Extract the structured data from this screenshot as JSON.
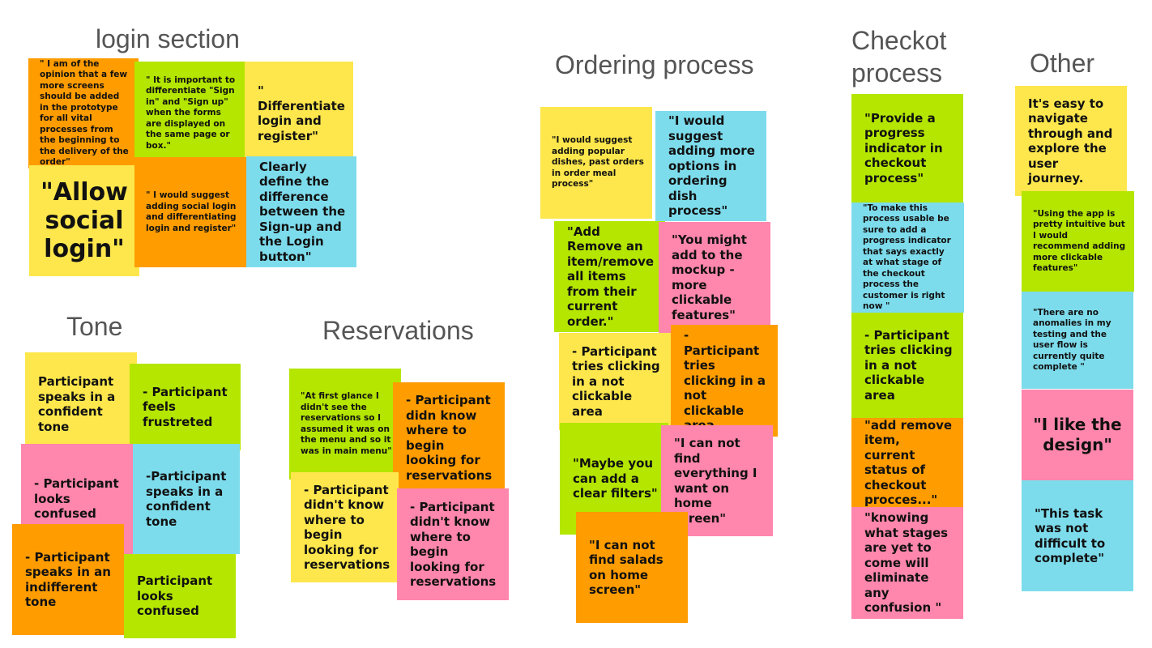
{
  "headings": {
    "login": "login section",
    "ordering": "Ordering process",
    "checkout_line1": "Checkot",
    "checkout_line2": "process",
    "other": "Other",
    "tone": "Tone",
    "reservations": "Reservations"
  },
  "login_notes": {
    "screens": "\" I am of the opinion that a few more screens should be added in the prototype for all vital processes from the beginning to the delivery of the order\"",
    "differentiate_forms": "\" It is important to differentiate \"Sign in\" and \"Sign up\" when the forms are displayed on the same page or box.\"",
    "differentiate_login": "\" Differentiate login and register\"",
    "allow_social": "\"Allow social login\"",
    "suggest_social": "\" I would suggest adding social login and differentiating login and register\"",
    "clearly_define": "Clearly define the difference between the Sign-up and the Login button\""
  },
  "tone_notes": {
    "confident1": "Participant speaks in a confident tone",
    "frustrated": "- Participant feels frustreted",
    "confused1": "- Participant looks confused",
    "confident2": "-Participant speaks in a confident tone",
    "indifferent": "- Participant speaks in an indifferent tone",
    "confused2": "Participant looks confused"
  },
  "reservation_notes": {
    "first_glance": "\"At first glance I didn't see the reservations so I assumed it was on the menu and so it was in main menu\"",
    "didnt_know1": "- Participant didn know where to begin looking for reservations",
    "didnt_know2": "- Participant didn't know where to begin looking for reservations",
    "didnt_know3": "- Participant didn't know where to begin looking for reservations"
  },
  "ordering_notes": {
    "popular_dishes": "\"I would suggest adding popular dishes, past orders in order meal process\"",
    "more_options": "\"I would suggest adding more options in ordering dish process\"",
    "add_remove": "\"Add Remove an item/remove all items from their current order.\"",
    "mockup": "\"You might add to the mockup - more clickable features\"",
    "not_clickable1": "- Participant tries clicking in a not clickable area",
    "not_clickable2": "- Participant tries clicking in a not clickable area",
    "clear_filters": "\"Maybe you can add a clear filters\"",
    "cannot_find": "\"I can not find everything I want on home screen\"",
    "salads": "\"I can not find salads on home screen\""
  },
  "checkout_notes": {
    "progress_indicator": "\"Provide a progress indicator in checkout process\"",
    "usable": "\"To make this process usable be sure to add a progress indicator that says exactly at what stage of the checkout process the customer is right now \"",
    "not_clickable": "- Participant tries clicking in a not clickable area",
    "status": "\"add remove item, current status of checkout procces...\"",
    "stages": "\"knowing what stages are yet to come will eliminate any confusion \""
  },
  "other_notes": {
    "easy": "It's easy to navigate through and explore the user journey.",
    "intuitive": "\"Using the app is pretty intuitive but I would recommend adding more clickable features\"",
    "anomalies": "\"There are no anomalies in my testing and the user flow is currently quite complete \"",
    "design": "\"I like the design\"",
    "not_difficult": "\"This task was not difficult to complete\""
  },
  "colors": {
    "yellow": "#fde74c",
    "green": "#b4e600",
    "orange": "#ff9c00",
    "cyan": "#7ddcec",
    "pink": "#ff86ad",
    "heading": "#555555"
  }
}
